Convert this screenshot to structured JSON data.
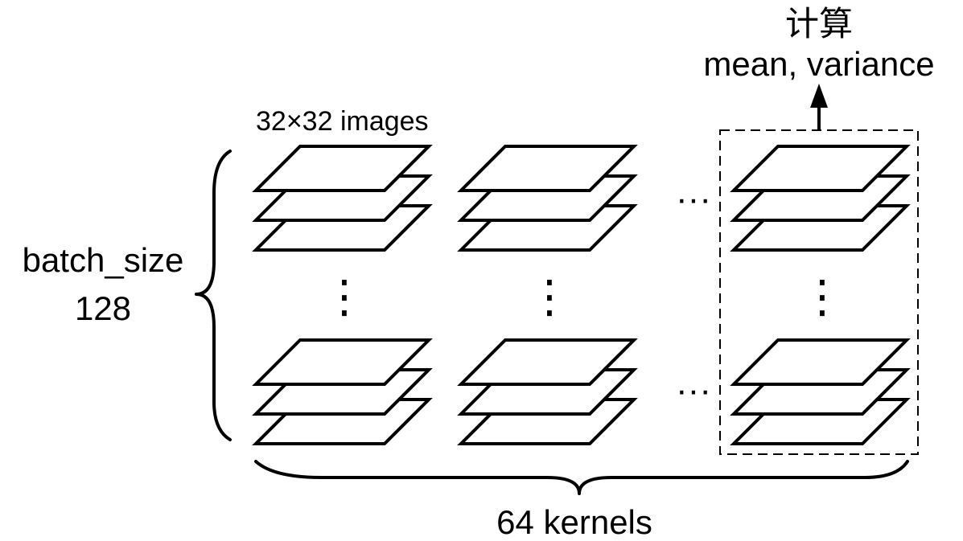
{
  "labels": {
    "compute_cn": "计算",
    "compute_stats": "mean, variance",
    "image_size": "32×32 images",
    "batch_size": "batch_size",
    "batch_value": "128",
    "kernels": "64 kernels",
    "ellipsis_h": "···",
    "ellipsis_v": "⋮"
  },
  "structure": {
    "stack_columns": 3,
    "stack_rows": 2,
    "sheets_per_stack": 3
  },
  "colors": {
    "stroke": "#000000",
    "background": "#ffffff"
  }
}
